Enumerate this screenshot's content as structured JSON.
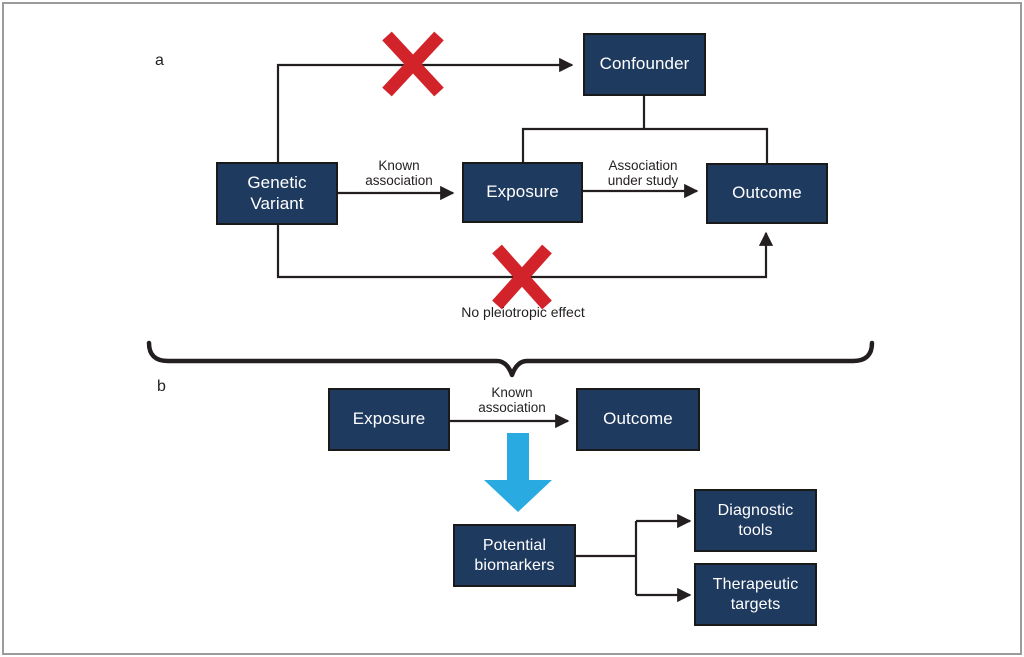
{
  "colors": {
    "box_fill": "#1f3a5f",
    "box_border": "#1a1a1a",
    "box_text": "#ffffff",
    "line": "#231f20",
    "cross": "#d2232a",
    "highlight_arrow": "#29abe2",
    "frame_border": "#9b9b9b"
  },
  "panel_a": {
    "label": "a",
    "boxes": {
      "genetic_variant": "Genetic\nVariant",
      "confounder": "Confounder",
      "exposure": "Exposure",
      "outcome": "Outcome"
    },
    "edge_labels": {
      "known_association": "Known\nassociation",
      "association_under_study": "Association\nunder study",
      "no_pleiotropic_effect": "No pleiotropic effect"
    }
  },
  "panel_b": {
    "label": "b",
    "boxes": {
      "exposure": "Exposure",
      "outcome": "Outcome",
      "potential_biomarkers": "Potential\nbiomarkers",
      "diagnostic_tools": "Diagnostic\ntools",
      "therapeutic_targets": "Therapeutic\ntargets"
    },
    "edge_labels": {
      "known_association": "Known\nassociation"
    }
  }
}
